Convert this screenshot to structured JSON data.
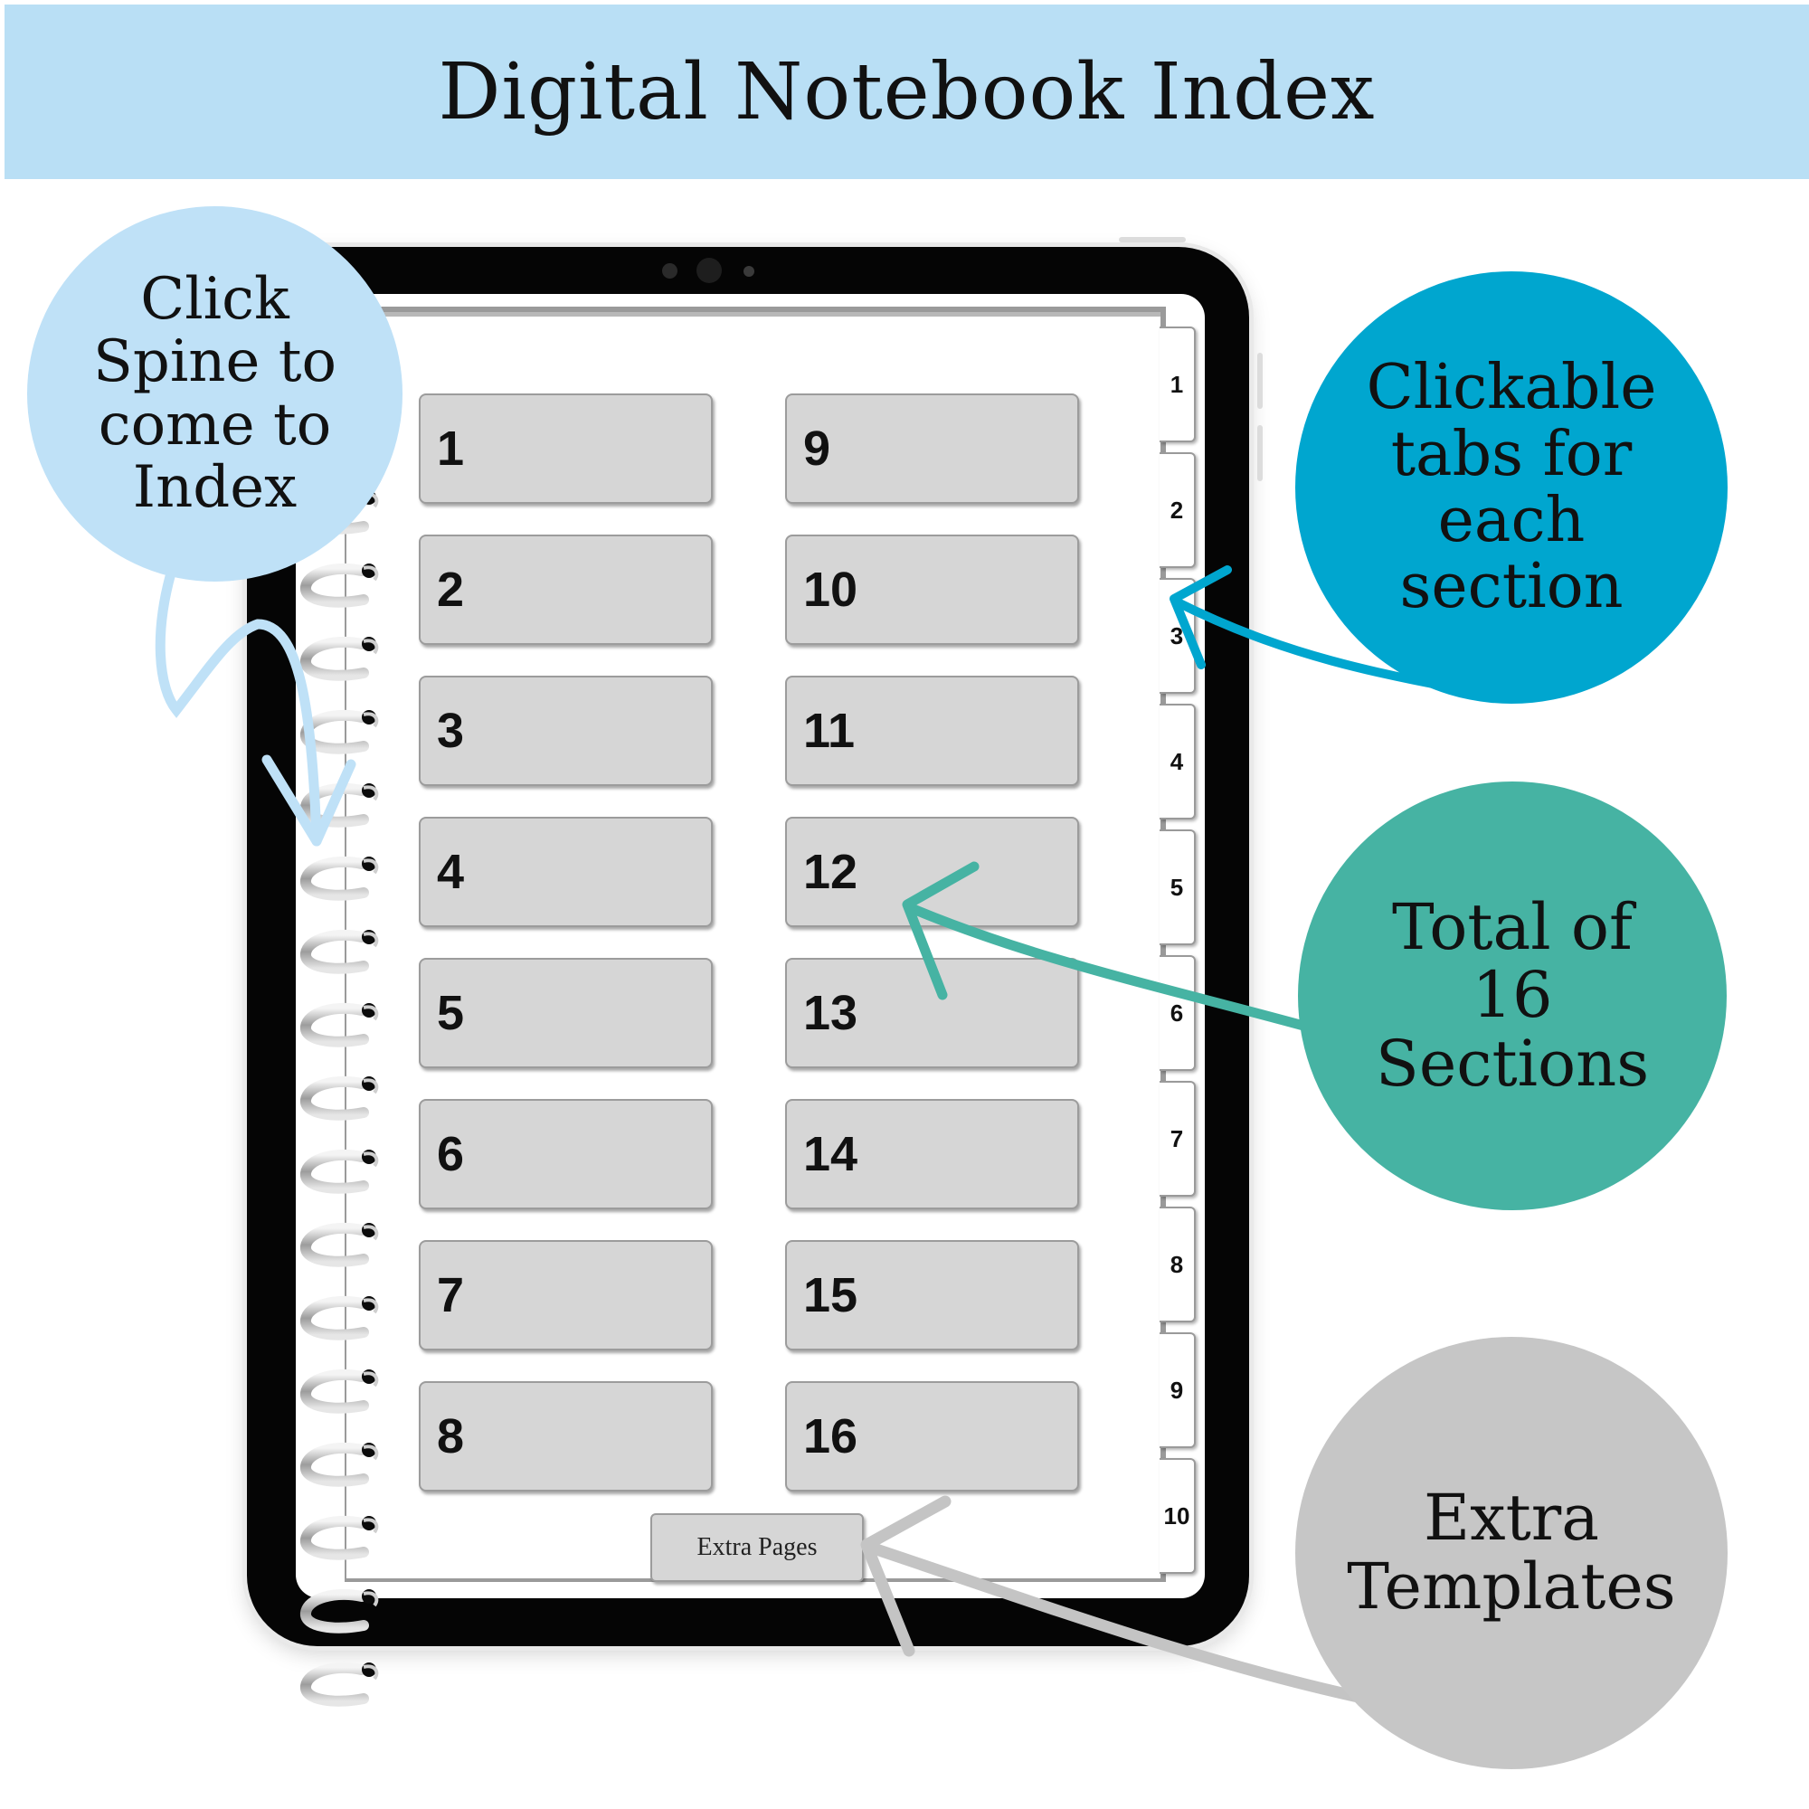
{
  "header": {
    "title": "Digital Notebook Index"
  },
  "colors": {
    "header_bg": "#b9dff5",
    "spine_bubble": "#bfe1f7",
    "tabs_bubble": "#00a6cf",
    "sections_bubble": "#46b3a3",
    "templates_bubble": "#c6c6c6"
  },
  "index": {
    "left_column": [
      "1",
      "2",
      "3",
      "4",
      "5",
      "6",
      "7",
      "8"
    ],
    "right_column": [
      "9",
      "10",
      "11",
      "12",
      "13",
      "14",
      "15",
      "16"
    ],
    "extra_button": "Extra Pages"
  },
  "side_tabs": [
    "1",
    "2",
    "3",
    "4",
    "5",
    "6",
    "7",
    "8",
    "9",
    "10"
  ],
  "callouts": {
    "spine": {
      "lines": [
        "Click",
        "Spine to",
        "come to",
        "Index"
      ]
    },
    "tabs": {
      "lines": [
        "Clickable",
        "tabs for",
        "each",
        "section"
      ]
    },
    "sections": {
      "lines": [
        "Total of",
        "16",
        "Sections"
      ]
    },
    "templates": {
      "lines": [
        "Extra",
        "Templates"
      ]
    }
  }
}
